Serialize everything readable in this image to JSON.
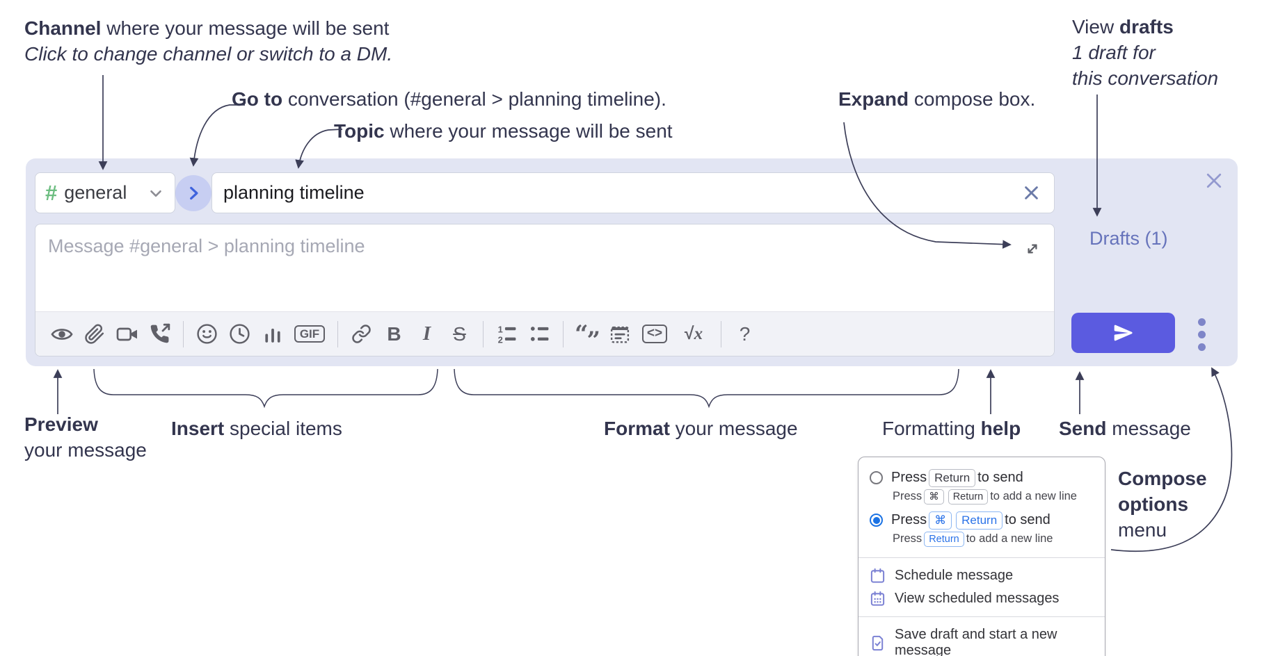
{
  "annotations": {
    "channel_bold": "Channel",
    "channel_rest": " where your message will be sent",
    "channel_sub": "Click to change channel or switch to a DM.",
    "goto_bold": "Go to",
    "goto_rest": " conversation (#general > planning timeline).",
    "topic_bold": "Topic",
    "topic_rest": " where your message will be sent",
    "expand_bold": "Expand",
    "expand_rest": " compose box.",
    "drafts_pre": "View ",
    "drafts_bold": "drafts",
    "drafts_line2": "1 draft for",
    "drafts_line3": "this conversation",
    "preview_bold": "Preview",
    "preview_line2": "your message",
    "insert_bold": "Insert",
    "insert_rest": " special items",
    "format_bold": "Format",
    "format_rest": " your message",
    "fmthelp_pre": "Formatting ",
    "fmthelp_bold": "help",
    "send_bold": "Send",
    "send_rest": " message",
    "compose_line1": "Compose",
    "compose_line2": "options",
    "compose_line3": "menu"
  },
  "compose": {
    "channel_hash": "#",
    "channel_name": "general",
    "topic_value": "planning timeline",
    "message_placeholder": "Message #general > planning timeline",
    "drafts_label": "Drafts (1)"
  },
  "toolbar": {
    "button_names": [
      "preview",
      "attach-file",
      "start-video-call",
      "start-voice-call",
      "emoji",
      "global-time",
      "poll",
      "gif",
      "link",
      "bold",
      "italic",
      "strikethrough",
      "numbered-list",
      "bulleted-list",
      "quote",
      "spoiler",
      "code",
      "math",
      "help"
    ],
    "bold_label": "B",
    "italic_label": "I",
    "strike_label": "S",
    "gif_label": "GIF",
    "code_label": "<>",
    "math_sqrt": "√",
    "math_x": "x",
    "quote_open": "“",
    "quote_close": "”",
    "help_label": "?"
  },
  "menu": {
    "opt1_pre": "Press",
    "opt1_key": "Return",
    "opt1_post": "to send",
    "opt1_sub_pre": "Press",
    "opt1_sub_key1": "⌘",
    "opt1_sub_key2": "Return",
    "opt1_sub_post": "to add a new line",
    "opt2_pre": "Press",
    "opt2_key1": "⌘",
    "opt2_key2": "Return",
    "opt2_post": "to send",
    "opt2_sub_pre": "Press",
    "opt2_sub_key": "Return",
    "opt2_sub_post": "to add a new line",
    "item_schedule": "Schedule message",
    "item_view_scheduled": "View scheduled messages",
    "item_save_draft": "Save draft and start a new message"
  },
  "colors": {
    "compose_bg": "#e2e5f3",
    "send_button": "#5b5be0",
    "go_button_bg": "#c7cef2",
    "go_chevron_blue": "#3f63dd",
    "channel_hash_green": "#6cbd80",
    "drafts_link": "#6673bb",
    "radio_selected_blue": "#1a72e4",
    "menu_icon_purple": "#7c82d4",
    "annotation_ink": "#33354e",
    "toolbar_icon": "#606068"
  }
}
